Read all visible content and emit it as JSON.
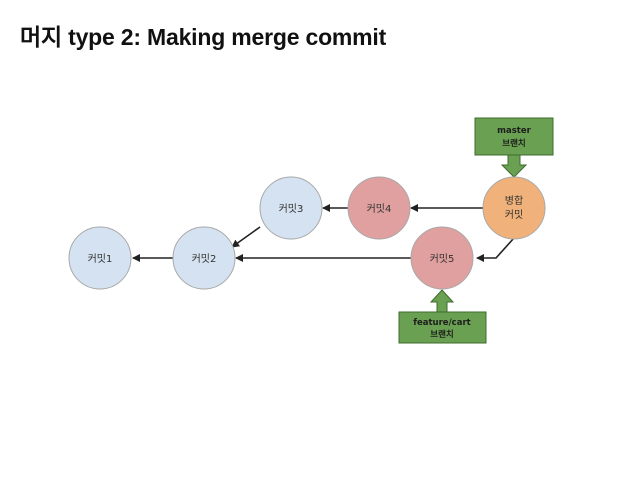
{
  "title": "머지 type 2: Making merge commit",
  "nodes": {
    "commit1": {
      "label": "커밋1"
    },
    "commit2": {
      "label": "커밋2"
    },
    "commit3": {
      "label": "커밋3"
    },
    "commit4": {
      "label": "커밋4"
    },
    "commit5": {
      "label": "커밋5"
    },
    "merge_commit": {
      "line1": "병합",
      "line2": "커밋"
    }
  },
  "branches": {
    "master": {
      "line1": "master",
      "line2": "브랜치"
    },
    "feature": {
      "line1": "feature/cart",
      "line2": "브랜치"
    }
  },
  "colors": {
    "blue_fill": "#d4e2f1",
    "red_fill": "#e0a0a0",
    "orange_fill": "#f0b27a",
    "green_fill": "#6aa052",
    "arrow": "#222222",
    "node_stroke": "#a8a8a8"
  }
}
